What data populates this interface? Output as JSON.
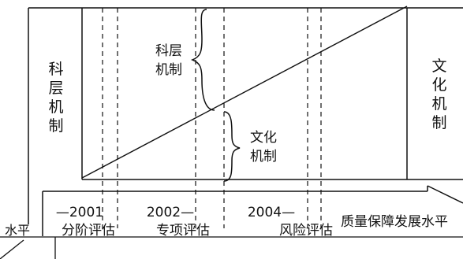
{
  "left_label": {
    "chars": [
      "科",
      "层",
      "机",
      "制"
    ]
  },
  "right_label": {
    "chars": [
      "文",
      "化",
      "机",
      "制"
    ]
  },
  "upper_brace_label": {
    "lines": [
      "科层",
      "机制"
    ]
  },
  "lower_brace_label": {
    "lines": [
      "文化",
      "机制"
    ]
  },
  "timeline": {
    "y1": "—2001",
    "y2": "2002—",
    "y3": "2004—",
    "y4": "质量保障发展水平"
  },
  "bottom_row": {
    "prefix": "水平",
    "cells": [
      "分阶评估",
      "专项评估",
      "风险评估"
    ]
  },
  "colors": {
    "ink": "#111111",
    "background": "#ffffff"
  }
}
